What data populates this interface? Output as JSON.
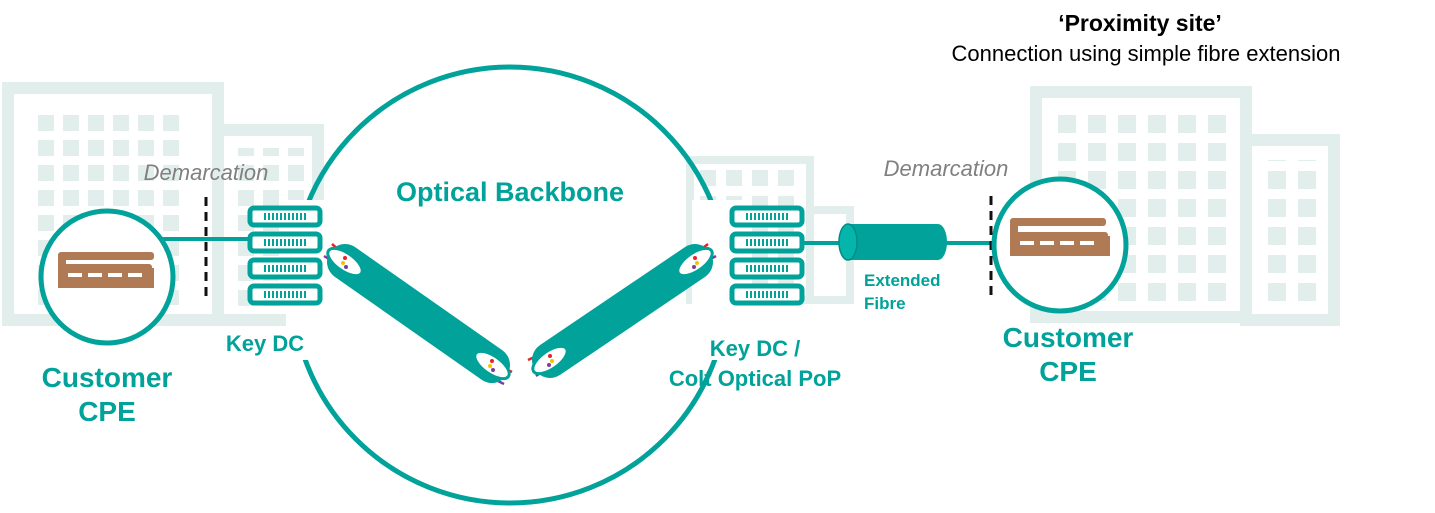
{
  "header": {
    "title": "‘Proximity site’",
    "subtitle": "Connection using simple fibre extension"
  },
  "labels": {
    "demarcation_left": "Demarcation",
    "demarcation_right": "Demarcation",
    "optical_backbone": "Optical Backbone",
    "key_dc": "Key DC",
    "key_dc_pop_line1": "Key DC /",
    "key_dc_pop_line2": "Colt Optical PoP",
    "extended_fibre_line1": "Extended",
    "extended_fibre_line2": "Fibre",
    "customer_cpe_left_line1": "Customer",
    "customer_cpe_left_line2": "CPE",
    "customer_cpe_right_line1": "Customer",
    "customer_cpe_right_line2": "CPE"
  },
  "icons": {
    "cpe": "router-icon",
    "server": "server-rack-icon",
    "cable": "fibre-cable-icon",
    "building": "building-icon"
  },
  "colors": {
    "teal": "#00A29A",
    "brown": "#B07A55",
    "building": "#E1EEEC",
    "demarcation_text": "#808080",
    "fibre_strands": [
      "#E8242A",
      "#F2C500",
      "#7B3FA0"
    ]
  }
}
